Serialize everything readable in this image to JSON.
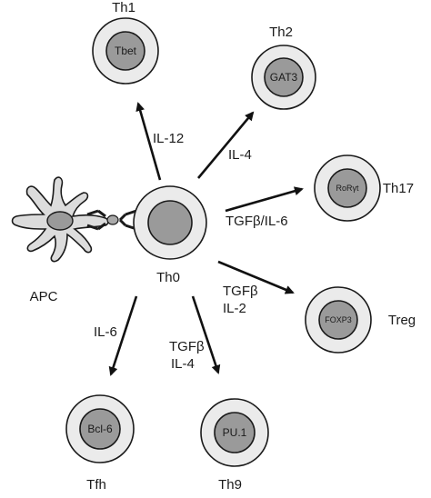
{
  "cells": {
    "th0": {
      "name": "Th0"
    },
    "th1": {
      "name": "Th1",
      "tf": "Tbet"
    },
    "th2": {
      "name": "Th2",
      "tf": "GAT3"
    },
    "th17": {
      "name": "Th17",
      "tf": "RoRγt"
    },
    "treg": {
      "name": "Treg",
      "tf": "FOXP3"
    },
    "th9": {
      "name": "Th9",
      "tf": "PU.1"
    },
    "tfh": {
      "name": "Tfh",
      "tf": "Bcl-6"
    },
    "apc": {
      "name": "APC"
    }
  },
  "cytokines": {
    "th1": "IL-12",
    "th2": "IL-4",
    "th17": "TGFβ/IL-6",
    "treg": [
      "TGFβ",
      "IL-2"
    ],
    "th9": [
      "TGFβ",
      "IL-4"
    ],
    "tfh": "IL-6"
  }
}
